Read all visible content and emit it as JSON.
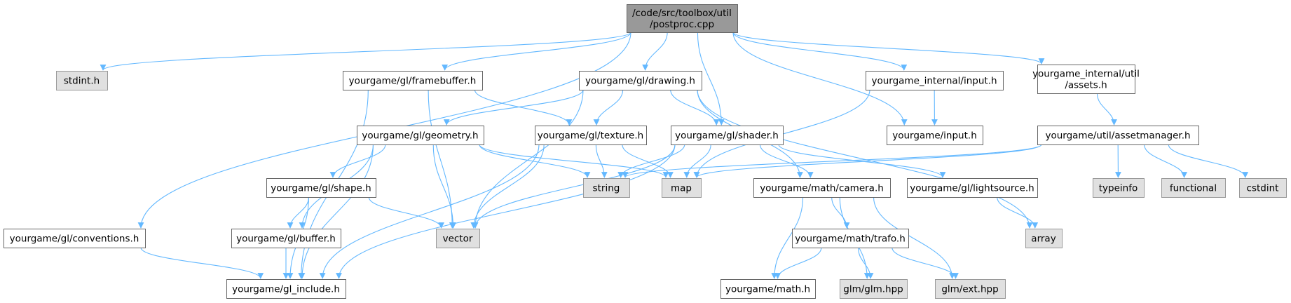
{
  "title": "",
  "colors": {
    "root_fill": "#999999",
    "root_stroke": "#666666",
    "project_fill": "#ffffff",
    "project_stroke": "#666666",
    "system_fill": "#e0e0e0",
    "system_stroke": "#999999",
    "edge": "#63b8ff"
  },
  "nodes": [
    {
      "id": "root",
      "lines": [
        "/code/src/toolbox/util",
        "/postproc.cpp"
      ],
      "kind": "root"
    },
    {
      "id": "stdint_h",
      "lines": [
        "stdint.h"
      ],
      "kind": "system"
    },
    {
      "id": "framebuffer",
      "lines": [
        "yourgame/gl/framebuffer.h"
      ],
      "kind": "project"
    },
    {
      "id": "drawing",
      "lines": [
        "yourgame/gl/drawing.h"
      ],
      "kind": "project"
    },
    {
      "id": "internal_input",
      "lines": [
        "yourgame_internal/input.h"
      ],
      "kind": "project"
    },
    {
      "id": "internal_assets",
      "lines": [
        "yourgame_internal/util",
        "/assets.h"
      ],
      "kind": "project"
    },
    {
      "id": "geometry",
      "lines": [
        "yourgame/gl/geometry.h"
      ],
      "kind": "project"
    },
    {
      "id": "texture",
      "lines": [
        "yourgame/gl/texture.h"
      ],
      "kind": "project"
    },
    {
      "id": "shader",
      "lines": [
        "yourgame/gl/shader.h"
      ],
      "kind": "project"
    },
    {
      "id": "input",
      "lines": [
        "yourgame/input.h"
      ],
      "kind": "project"
    },
    {
      "id": "assetmanager",
      "lines": [
        "yourgame/util/assetmanager.h"
      ],
      "kind": "project"
    },
    {
      "id": "shape",
      "lines": [
        "yourgame/gl/shape.h"
      ],
      "kind": "project"
    },
    {
      "id": "string",
      "lines": [
        "string"
      ],
      "kind": "system"
    },
    {
      "id": "map",
      "lines": [
        "map"
      ],
      "kind": "system"
    },
    {
      "id": "camera",
      "lines": [
        "yourgame/math/camera.h"
      ],
      "kind": "project"
    },
    {
      "id": "lightsource",
      "lines": [
        "yourgame/gl/lightsource.h"
      ],
      "kind": "project"
    },
    {
      "id": "typeinfo",
      "lines": [
        "typeinfo"
      ],
      "kind": "system"
    },
    {
      "id": "functional",
      "lines": [
        "functional"
      ],
      "kind": "system"
    },
    {
      "id": "cstdint",
      "lines": [
        "cstdint"
      ],
      "kind": "system"
    },
    {
      "id": "conventions",
      "lines": [
        "yourgame/gl/conventions.h"
      ],
      "kind": "project"
    },
    {
      "id": "buffer",
      "lines": [
        "yourgame/gl/buffer.h"
      ],
      "kind": "project"
    },
    {
      "id": "vector",
      "lines": [
        "vector"
      ],
      "kind": "system"
    },
    {
      "id": "trafo",
      "lines": [
        "yourgame/math/trafo.h"
      ],
      "kind": "project"
    },
    {
      "id": "array",
      "lines": [
        "array"
      ],
      "kind": "system"
    },
    {
      "id": "gl_include",
      "lines": [
        "yourgame/gl_include.h"
      ],
      "kind": "project"
    },
    {
      "id": "math",
      "lines": [
        "yourgame/math.h"
      ],
      "kind": "project"
    },
    {
      "id": "glm",
      "lines": [
        "glm/glm.hpp"
      ],
      "kind": "system"
    },
    {
      "id": "ext",
      "lines": [
        "glm/ext.hpp"
      ],
      "kind": "system"
    }
  ],
  "edges": [
    [
      "root",
      "stdint_h"
    ],
    [
      "root",
      "framebuffer"
    ],
    [
      "root",
      "drawing"
    ],
    [
      "root",
      "shader"
    ],
    [
      "root",
      "input"
    ],
    [
      "root",
      "internal_input"
    ],
    [
      "root",
      "internal_assets"
    ],
    [
      "root",
      "conventions"
    ],
    [
      "framebuffer",
      "texture"
    ],
    [
      "framebuffer",
      "vector"
    ],
    [
      "framebuffer",
      "gl_include"
    ],
    [
      "drawing",
      "geometry"
    ],
    [
      "drawing",
      "texture"
    ],
    [
      "drawing",
      "shader"
    ],
    [
      "drawing",
      "camera"
    ],
    [
      "drawing",
      "vector"
    ],
    [
      "drawing",
      "array"
    ],
    [
      "internal_input",
      "input"
    ],
    [
      "internal_input",
      "map"
    ],
    [
      "internal_assets",
      "assetmanager"
    ],
    [
      "geometry",
      "shape"
    ],
    [
      "geometry",
      "buffer"
    ],
    [
      "geometry",
      "string"
    ],
    [
      "geometry",
      "map"
    ],
    [
      "geometry",
      "vector"
    ],
    [
      "geometry",
      "gl_include"
    ],
    [
      "texture",
      "string"
    ],
    [
      "texture",
      "map"
    ],
    [
      "texture",
      "vector"
    ],
    [
      "texture",
      "gl_include"
    ],
    [
      "shader",
      "string"
    ],
    [
      "shader",
      "map"
    ],
    [
      "shader",
      "vector"
    ],
    [
      "shader",
      "camera"
    ],
    [
      "shader",
      "lightsource"
    ],
    [
      "shader",
      "gl_include"
    ],
    [
      "assetmanager",
      "map"
    ],
    [
      "assetmanager",
      "string"
    ],
    [
      "assetmanager",
      "typeinfo"
    ],
    [
      "assetmanager",
      "functional"
    ],
    [
      "assetmanager",
      "cstdint"
    ],
    [
      "shape",
      "buffer"
    ],
    [
      "shape",
      "vector"
    ],
    [
      "shape",
      "gl_include"
    ],
    [
      "camera",
      "trafo"
    ],
    [
      "camera",
      "math"
    ],
    [
      "camera",
      "glm"
    ],
    [
      "camera",
      "ext"
    ],
    [
      "lightsource",
      "array"
    ],
    [
      "conventions",
      "gl_include"
    ],
    [
      "buffer",
      "gl_include"
    ],
    [
      "trafo",
      "math"
    ],
    [
      "trafo",
      "glm"
    ],
    [
      "trafo",
      "ext"
    ]
  ]
}
